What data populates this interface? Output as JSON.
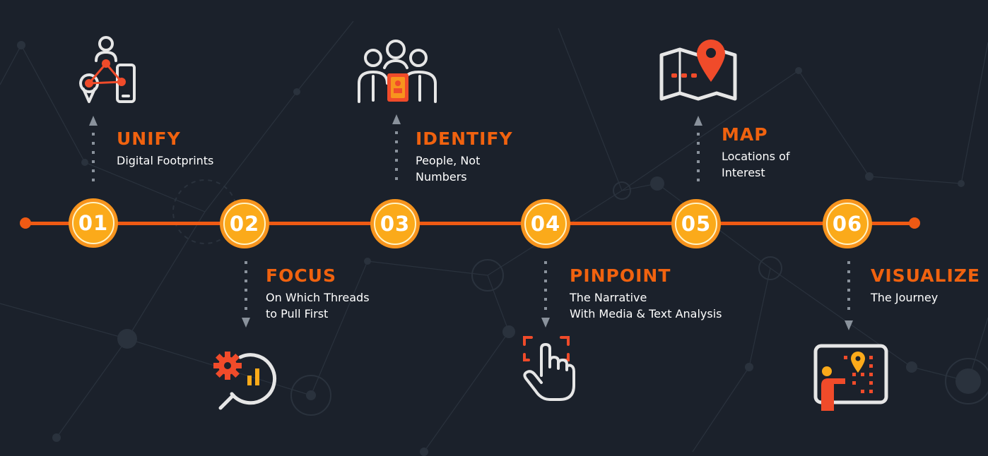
{
  "steps": [
    {
      "number": "01",
      "title": "UNIFY",
      "subtitle": [
        "Digital Footprints"
      ],
      "icon": "network-person-device-icon"
    },
    {
      "number": "02",
      "title": "FOCUS",
      "subtitle": [
        "On Which Threads",
        "to Pull First"
      ],
      "icon": "magnifier-gear-chart-icon"
    },
    {
      "number": "03",
      "title": "IDENTIFY",
      "subtitle": [
        "People, Not",
        "Numbers"
      ],
      "icon": "people-profile-icon"
    },
    {
      "number": "04",
      "title": "PINPOINT",
      "subtitle": [
        "The Narrative",
        "With Media & Text Analysis"
      ],
      "icon": "touch-target-icon"
    },
    {
      "number": "05",
      "title": "MAP",
      "subtitle": [
        "Locations of",
        "Interest"
      ],
      "icon": "map-pin-icon"
    },
    {
      "number": "06",
      "title": "VISUALIZE",
      "subtitle": [
        "The Journey"
      ],
      "icon": "presentation-board-icon"
    }
  ],
  "colors": {
    "background": "#1b212b",
    "accent": "#ef5a14",
    "circle": "#fbaa1a",
    "icon_line": "#e6e6e6",
    "icon_accent": "#f04b2a"
  }
}
